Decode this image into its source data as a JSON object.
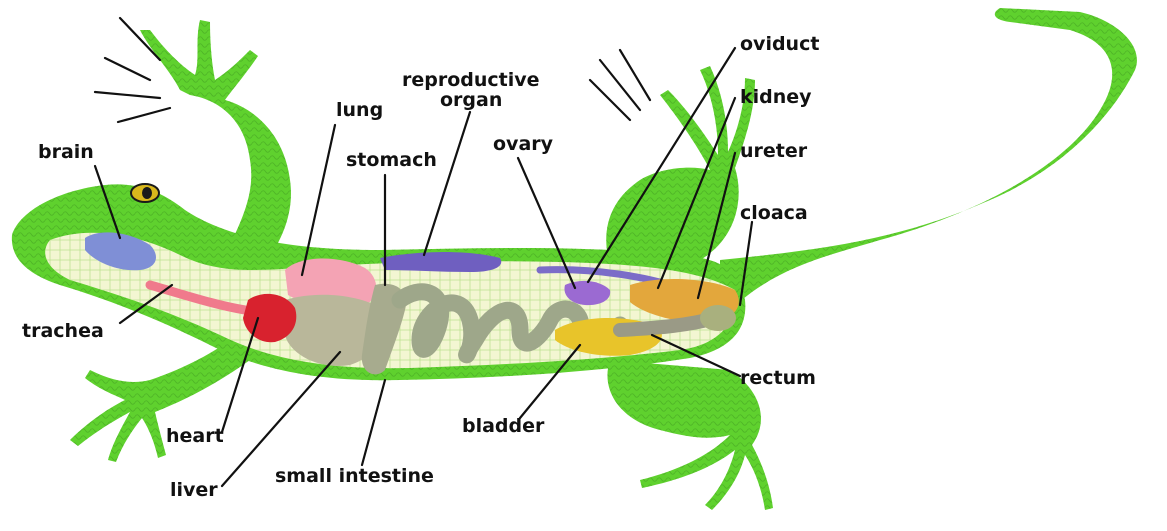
{
  "colors": {
    "skin": "#5fd12e",
    "skin_dark": "#3e9a1f",
    "belly": "#d9f2a8",
    "body_cavity": "#f3f6d2",
    "brain": "#7f8fd6",
    "trachea": "#f07a8c",
    "lung": "#f4a3b4",
    "heart": "#d8222e",
    "liver": "#b9b79a",
    "stomach": "#a7ab8e",
    "intestine": "#9ea78a",
    "reproductive_organ": "#6f5fc0",
    "ovary": "#9b6ad2",
    "oviduct": "#7b6cc8",
    "kidney": "#e3a73c",
    "ureter": "#7a67c9",
    "cloaca": "#a9b07e",
    "bladder": "#e8c42a",
    "rectum": "#9a9a86"
  },
  "labels": {
    "brain": "brain",
    "lung": "lung",
    "reproductive_organ": [
      "reproductive",
      "organ"
    ],
    "stomach": "stomach",
    "ovary": "ovary",
    "oviduct": "oviduct",
    "kidney": "kidney",
    "ureter": "ureter",
    "cloaca": "cloaca",
    "trachea": "trachea",
    "heart": "heart",
    "liver": "liver",
    "small_intestine": "small intestine",
    "bladder": "bladder",
    "rectum": "rectum"
  }
}
